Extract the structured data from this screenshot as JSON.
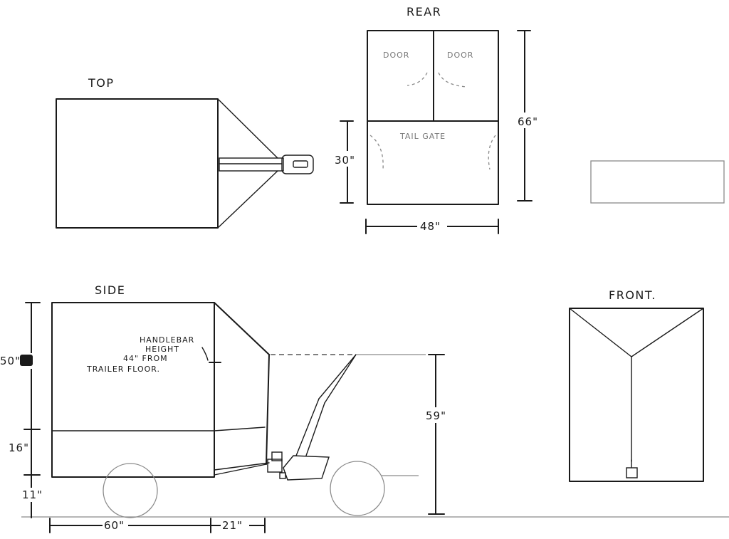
{
  "views": {
    "top": {
      "label": "TOP"
    },
    "rear": {
      "label": "REAR",
      "door_left": "DOOR",
      "door_right": "DOOR",
      "tail_gate": "TAIL GATE",
      "dim_height": "66\"",
      "dim_tailgate": "30\"",
      "dim_width": "48\""
    },
    "side": {
      "label": "SIDE",
      "note_line1": "HANDLEBAR",
      "note_line2": "HEIGHT",
      "note_line3": "44\" FROM",
      "note_line4": "TRAILER FLOOR.",
      "dim_body": "50\"",
      "dim_lower": "16\"",
      "dim_ground": "11\"",
      "dim_length": "60\"",
      "dim_tongue": "21\"",
      "dim_handlebar": "59\""
    },
    "front": {
      "label": "FRONT."
    }
  }
}
